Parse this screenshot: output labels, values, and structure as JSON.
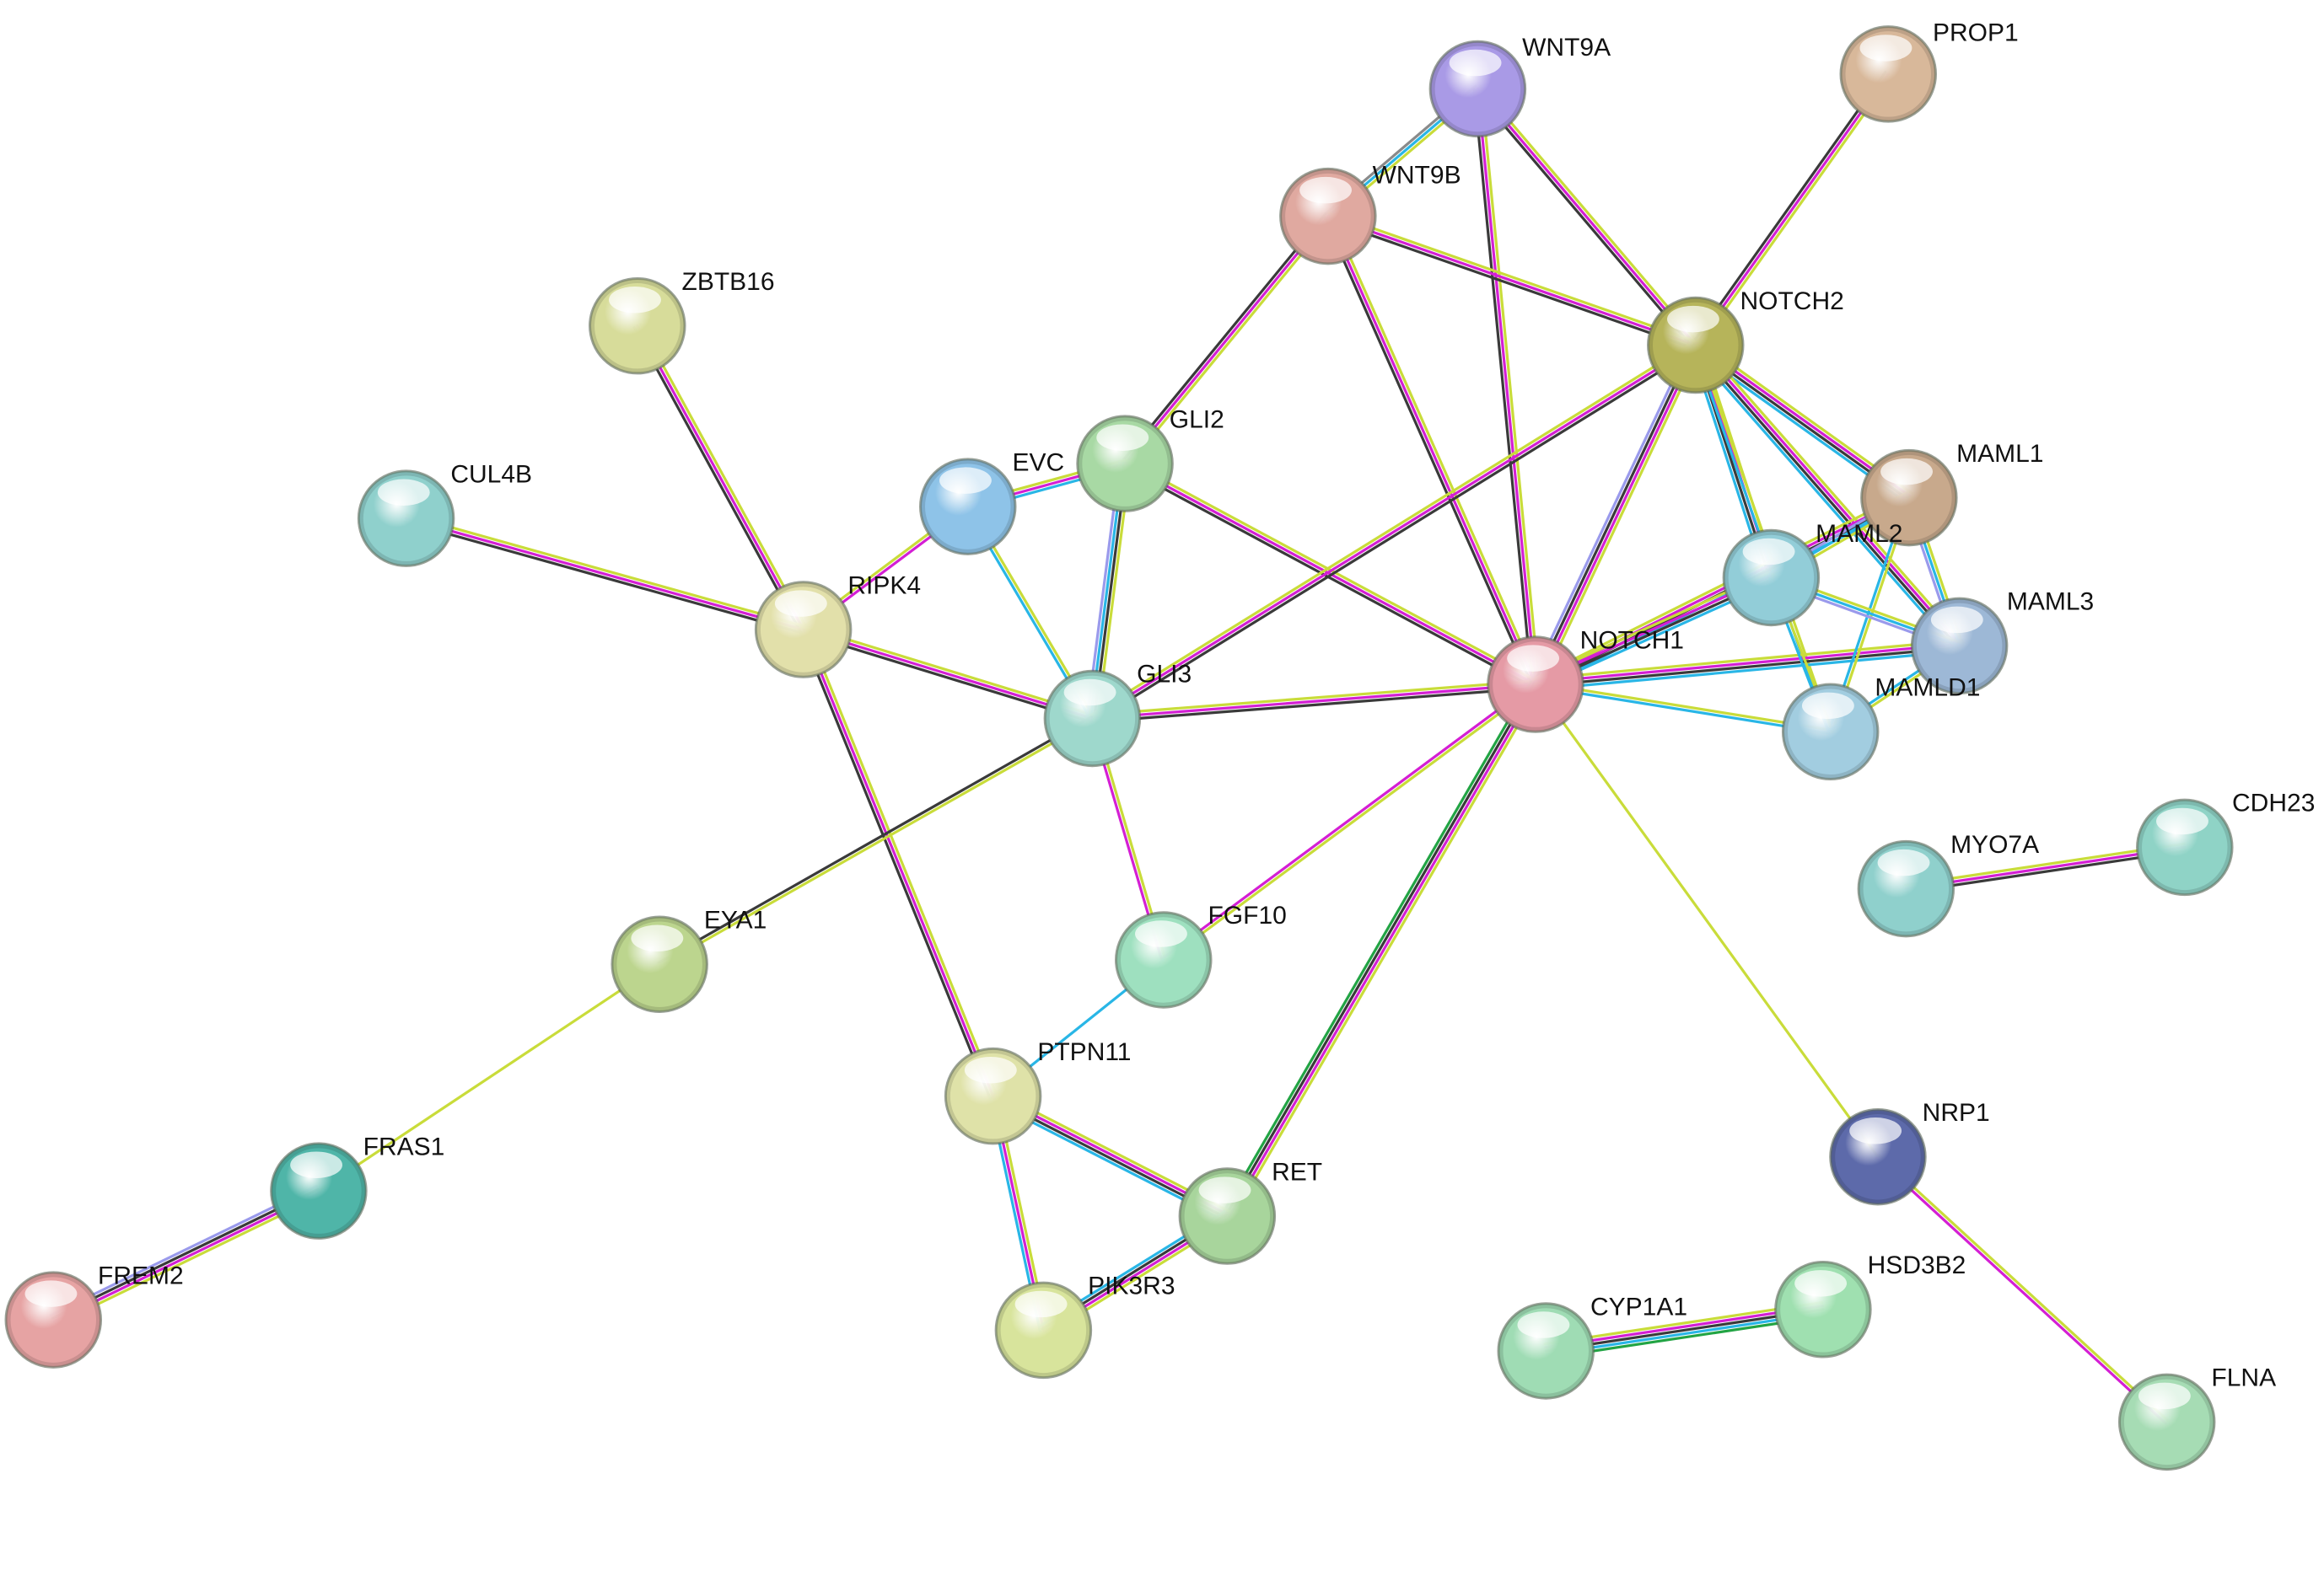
{
  "network": {
    "nodes": [
      {
        "id": "WNT9A",
        "label": "WNT9A",
        "color": "#a99ae6"
      },
      {
        "id": "PROP1",
        "label": "PROP1",
        "color": "#d8b89a"
      },
      {
        "id": "WNT9B",
        "label": "WNT9B",
        "color": "#e0a9a0"
      },
      {
        "id": "ZBTB16",
        "label": "ZBTB16",
        "color": "#d7dc9a"
      },
      {
        "id": "NOTCH2",
        "label": "NOTCH2",
        "color": "#b6b45a"
      },
      {
        "id": "CUL4B",
        "label": "CUL4B",
        "color": "#8fd0cc"
      },
      {
        "id": "GLI2",
        "label": "GLI2",
        "color": "#a8d9a4"
      },
      {
        "id": "EVC",
        "label": "EVC",
        "color": "#8ec3e8"
      },
      {
        "id": "MAML1",
        "label": "MAML1",
        "color": "#c8a98c"
      },
      {
        "id": "MAML2",
        "label": "MAML2",
        "color": "#92cdd8"
      },
      {
        "id": "RIPK4",
        "label": "RIPK4",
        "color": "#e2e0aa"
      },
      {
        "id": "MAML3",
        "label": "MAML3",
        "color": "#9db8d6"
      },
      {
        "id": "NOTCH1",
        "label": "NOTCH1",
        "color": "#e59aa5"
      },
      {
        "id": "GLI3",
        "label": "GLI3",
        "color": "#9ed8cc"
      },
      {
        "id": "MAMLD1",
        "label": "MAMLD1",
        "color": "#a2cde0"
      },
      {
        "id": "CDH23",
        "label": "CDH23",
        "color": "#8fd3c6"
      },
      {
        "id": "MYO7A",
        "label": "MYO7A",
        "color": "#8fd0cc"
      },
      {
        "id": "EYA1",
        "label": "EYA1",
        "color": "#bcd58e"
      },
      {
        "id": "FGF10",
        "label": "FGF10",
        "color": "#9ee0bf"
      },
      {
        "id": "PTPN11",
        "label": "PTPN11",
        "color": "#dfe2a8"
      },
      {
        "id": "NRP1",
        "label": "NRP1",
        "color": "#5d6aaa"
      },
      {
        "id": "RET",
        "label": "RET",
        "color": "#a8d59c"
      },
      {
        "id": "FRAS1",
        "label": "FRAS1",
        "color": "#4fb5a8"
      },
      {
        "id": "HSD3B2",
        "label": "HSD3B2",
        "color": "#9fe0b0"
      },
      {
        "id": "FREM2",
        "label": "FREM2",
        "color": "#e6a3a3"
      },
      {
        "id": "CYP1A1",
        "label": "CYP1A1",
        "color": "#9fdcb4"
      },
      {
        "id": "PIK3R3",
        "label": "PIK3R3",
        "color": "#d8e49c"
      },
      {
        "id": "FLNA",
        "label": "FLNA",
        "color": "#a6dcb4"
      }
    ],
    "edges": [
      {
        "source": "WNT9A",
        "target": "WNT9B",
        "colors": [
          "#c9dc3a",
          "#29b6e6",
          "#8a8a8a"
        ]
      },
      {
        "source": "WNT9A",
        "target": "NOTCH2",
        "colors": [
          "#c9dc3a",
          "#d41fd4",
          "#3a3a3a"
        ]
      },
      {
        "source": "WNT9A",
        "target": "NOTCH1",
        "colors": [
          "#c9dc3a",
          "#d41fd4",
          "#3a3a3a"
        ]
      },
      {
        "source": "PROP1",
        "target": "NOTCH2",
        "colors": [
          "#c9dc3a",
          "#d41fd4",
          "#3a3a3a"
        ]
      },
      {
        "source": "WNT9B",
        "target": "NOTCH2",
        "colors": [
          "#c9dc3a",
          "#d41fd4",
          "#3a3a3a"
        ]
      },
      {
        "source": "WNT9B",
        "target": "GLI2",
        "colors": [
          "#c9dc3a",
          "#d41fd4",
          "#3a3a3a"
        ]
      },
      {
        "source": "WNT9B",
        "target": "NOTCH1",
        "colors": [
          "#c9dc3a",
          "#d41fd4",
          "#3a3a3a"
        ]
      },
      {
        "source": "ZBTB16",
        "target": "RIPK4",
        "colors": [
          "#c9dc3a",
          "#d41fd4",
          "#3a3a3a"
        ]
      },
      {
        "source": "CUL4B",
        "target": "RIPK4",
        "colors": [
          "#c9dc3a",
          "#d41fd4",
          "#3a3a3a"
        ]
      },
      {
        "source": "RIPK4",
        "target": "EVC",
        "colors": [
          "#c9dc3a",
          "#d41fd4"
        ]
      },
      {
        "source": "RIPK4",
        "target": "GLI3",
        "colors": [
          "#c9dc3a",
          "#d41fd4",
          "#3a3a3a"
        ]
      },
      {
        "source": "RIPK4",
        "target": "PTPN11",
        "colors": [
          "#c9dc3a",
          "#d41fd4",
          "#3a3a3a"
        ]
      },
      {
        "source": "EVC",
        "target": "GLI2",
        "colors": [
          "#c9dc3a",
          "#d41fd4",
          "#29b6e6"
        ]
      },
      {
        "source": "EVC",
        "target": "GLI3",
        "colors": [
          "#c9dc3a",
          "#29b6e6"
        ]
      },
      {
        "source": "GLI2",
        "target": "GLI3",
        "colors": [
          "#c9dc3a",
          "#3a3a3a",
          "#29b6e6",
          "#9a9aec"
        ]
      },
      {
        "source": "GLI2",
        "target": "NOTCH1",
        "colors": [
          "#c9dc3a",
          "#d41fd4",
          "#3a3a3a"
        ]
      },
      {
        "source": "GLI3",
        "target": "NOTCH2",
        "colors": [
          "#c9dc3a",
          "#d41fd4",
          "#3a3a3a"
        ]
      },
      {
        "source": "GLI3",
        "target": "NOTCH1",
        "colors": [
          "#c9dc3a",
          "#d41fd4",
          "#3a3a3a"
        ]
      },
      {
        "source": "GLI3",
        "target": "EYA1",
        "colors": [
          "#c9dc3a",
          "#3a3a3a"
        ]
      },
      {
        "source": "GLI3",
        "target": "FGF10",
        "colors": [
          "#c9dc3a",
          "#d41fd4"
        ]
      },
      {
        "source": "NOTCH2",
        "target": "NOTCH1",
        "colors": [
          "#c9dc3a",
          "#d41fd4",
          "#3a3a3a",
          "#9a9aec"
        ]
      },
      {
        "source": "NOTCH2",
        "target": "MAML1",
        "colors": [
          "#c9dc3a",
          "#d41fd4",
          "#3a3a3a",
          "#29b6e6"
        ]
      },
      {
        "source": "NOTCH2",
        "target": "MAML2",
        "colors": [
          "#c9dc3a",
          "#d41fd4",
          "#3a3a3a",
          "#29b6e6"
        ]
      },
      {
        "source": "NOTCH2",
        "target": "MAML3",
        "colors": [
          "#c9dc3a",
          "#d41fd4",
          "#3a3a3a",
          "#29b6e6"
        ]
      },
      {
        "source": "NOTCH2",
        "target": "MAMLD1",
        "colors": [
          "#c9dc3a",
          "#29b6e6"
        ]
      },
      {
        "source": "NOTCH1",
        "target": "MAML1",
        "colors": [
          "#c9dc3a",
          "#d41fd4",
          "#3a3a3a",
          "#29b6e6"
        ]
      },
      {
        "source": "NOTCH1",
        "target": "MAML2",
        "colors": [
          "#c9dc3a",
          "#d41fd4",
          "#3a3a3a",
          "#29b6e6"
        ]
      },
      {
        "source": "NOTCH1",
        "target": "MAML3",
        "colors": [
          "#c9dc3a",
          "#d41fd4",
          "#3a3a3a",
          "#29b6e6"
        ]
      },
      {
        "source": "NOTCH1",
        "target": "MAMLD1",
        "colors": [
          "#c9dc3a",
          "#29b6e6"
        ]
      },
      {
        "source": "NOTCH1",
        "target": "FGF10",
        "colors": [
          "#c9dc3a",
          "#d41fd4"
        ]
      },
      {
        "source": "NOTCH1",
        "target": "RET",
        "colors": [
          "#c9dc3a",
          "#d41fd4",
          "#3a3a3a",
          "#22a444"
        ]
      },
      {
        "source": "NOTCH1",
        "target": "NRP1",
        "colors": [
          "#c9dc3a"
        ]
      },
      {
        "source": "MAML1",
        "target": "MAML2",
        "colors": [
          "#c9dc3a",
          "#29b6e6",
          "#9a9aec"
        ]
      },
      {
        "source": "MAML1",
        "target": "MAML3",
        "colors": [
          "#c9dc3a",
          "#29b6e6",
          "#9a9aec"
        ]
      },
      {
        "source": "MAML1",
        "target": "MAMLD1",
        "colors": [
          "#c9dc3a",
          "#29b6e6"
        ]
      },
      {
        "source": "MAML2",
        "target": "MAML3",
        "colors": [
          "#c9dc3a",
          "#29b6e6",
          "#9a9aec"
        ]
      },
      {
        "source": "MAML2",
        "target": "MAMLD1",
        "colors": [
          "#c9dc3a",
          "#29b6e6"
        ]
      },
      {
        "source": "MAML3",
        "target": "MAMLD1",
        "colors": [
          "#c9dc3a",
          "#29b6e6"
        ]
      },
      {
        "source": "EYA1",
        "target": "FRAS1",
        "colors": [
          "#c9dc3a"
        ]
      },
      {
        "source": "FRAS1",
        "target": "FREM2",
        "colors": [
          "#c9dc3a",
          "#d41fd4",
          "#3a3a3a",
          "#9a9aec"
        ]
      },
      {
        "source": "FGF10",
        "target": "PTPN11",
        "colors": [
          "#29b6e6"
        ]
      },
      {
        "source": "PTPN11",
        "target": "RET",
        "colors": [
          "#c9dc3a",
          "#d41fd4",
          "#3a3a3a",
          "#29b6e6"
        ]
      },
      {
        "source": "PTPN11",
        "target": "PIK3R3",
        "colors": [
          "#c9dc3a",
          "#d41fd4",
          "#29b6e6"
        ]
      },
      {
        "source": "RET",
        "target": "PIK3R3",
        "colors": [
          "#c9dc3a",
          "#d41fd4",
          "#3a3a3a",
          "#29b6e6"
        ]
      },
      {
        "source": "MYO7A",
        "target": "CDH23",
        "colors": [
          "#c9dc3a",
          "#d41fd4",
          "#3a3a3a"
        ]
      },
      {
        "source": "CYP1A1",
        "target": "HSD3B2",
        "colors": [
          "#c9dc3a",
          "#d41fd4",
          "#3a3a3a",
          "#29b6e6",
          "#22a444"
        ]
      },
      {
        "source": "NRP1",
        "target": "FLNA",
        "colors": [
          "#c9dc3a",
          "#d41fd4"
        ]
      }
    ]
  }
}
